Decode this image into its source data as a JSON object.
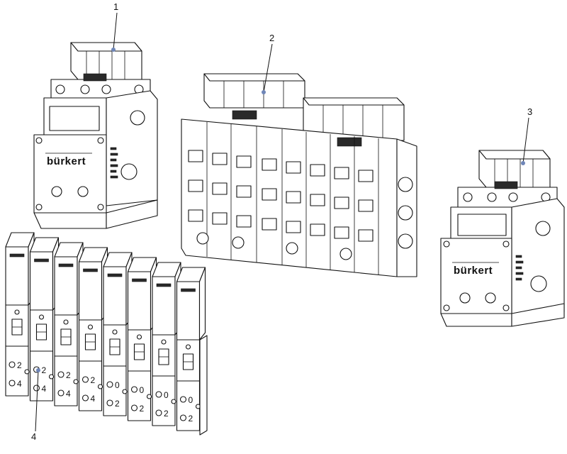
{
  "callouts": [
    {
      "id": "1",
      "label": "1"
    },
    {
      "id": "2",
      "label": "2"
    },
    {
      "id": "3",
      "label": "3"
    },
    {
      "id": "4",
      "label": "4"
    }
  ],
  "brand": "bürkert",
  "colors": {
    "line": "#111111",
    "leader_dot": "#6f86b8",
    "background": "#ffffff"
  },
  "valve_ports": [
    "2",
    "2",
    "2",
    "2",
    "0",
    "0",
    "0",
    "0"
  ],
  "valve_ports_lower": [
    "4",
    "4",
    "4",
    "4",
    "2",
    "2",
    "2",
    "2"
  ]
}
